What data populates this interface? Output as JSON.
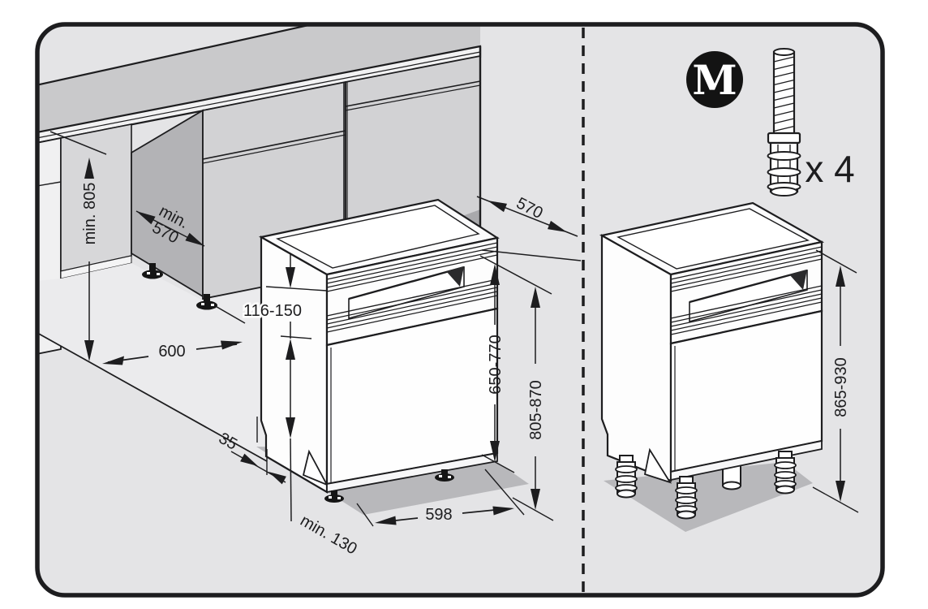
{
  "diagram": {
    "kind": "appliance installation drawing",
    "subject": "built-under dishwasher niche and freestanding dishwasher",
    "colors": {
      "background": "#e4e4e6",
      "line": "#1d1d1f",
      "counter_top": "#c9c9cb",
      "cabinet_front": "#d2d2d4",
      "niche_back_wall": "#d7d7d9",
      "dark_side_panel": "#b3b3b6",
      "floor_light": "#ebebed",
      "shadow": "#b8b8bb",
      "appliance_face": "#fdfdfd"
    }
  },
  "dims": {
    "niche_height": "min. 805",
    "niche_depth_line1": "min.",
    "niche_depth_line2": "570",
    "counter_depth": "600",
    "appliance_top_depth": "570",
    "door_top_overlap": "116-150",
    "door_panel_height": "650-770",
    "built_under_height": "805-870",
    "plinth_offset": "35",
    "plinth_clearance": "min. 130",
    "appliance_width": "598",
    "freestanding_height": "865-930"
  },
  "brand": {
    "logo_letter": "M"
  },
  "accessories": {
    "quantity_label": "x 4",
    "part": "adjustable screw foot"
  }
}
